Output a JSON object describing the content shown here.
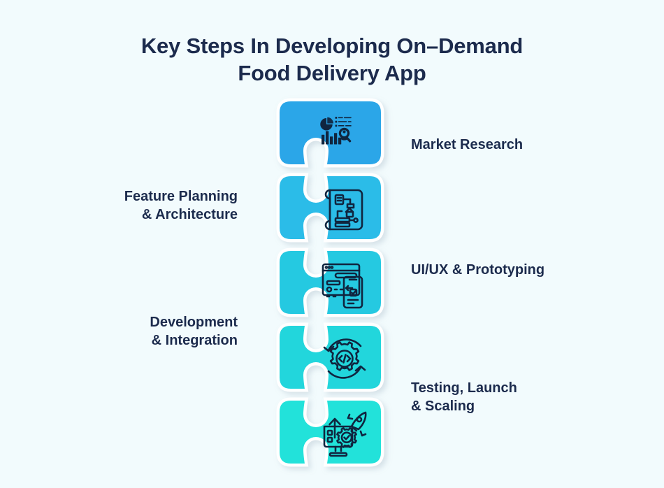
{
  "title": {
    "line1": "Key Steps In Developing On–Demand",
    "line2": "Food Delivery App"
  },
  "colors": {
    "background": "#F2FBFD",
    "text_dark": "#1C2B4D",
    "piece_1": "#2BA6E8",
    "piece_2": "#2BBCE8",
    "piece_3": "#25C9E1",
    "piece_4": "#22D6DC",
    "piece_5": "#22E2DA",
    "icon_stroke": "#10253F",
    "piece_outline": "#FFFFFF"
  },
  "steps": [
    {
      "index": 1,
      "label_line1": "Market Research",
      "label_line2": "",
      "side": "right",
      "icon": "market-research-icon",
      "color": "#2BA6E8"
    },
    {
      "index": 2,
      "label_line1": "Feature Planning",
      "label_line2": "& Architecture",
      "side": "left",
      "icon": "blueprint-architecture-icon",
      "color": "#2BBCE8"
    },
    {
      "index": 3,
      "label_line1": "UI/UX & Prototyping",
      "label_line2": "",
      "side": "right",
      "icon": "wireframe-prototype-icon",
      "color": "#25C9E1"
    },
    {
      "index": 4,
      "label_line1": "Development",
      "label_line2": "& Integration",
      "side": "left",
      "icon": "gear-code-icon",
      "color": "#22D6DC"
    },
    {
      "index": 5,
      "label_line1": "Testing, Launch",
      "label_line2": "& Scaling",
      "side": "right",
      "icon": "rocket-launch-monitor-icon",
      "color": "#22E2DA"
    }
  ]
}
